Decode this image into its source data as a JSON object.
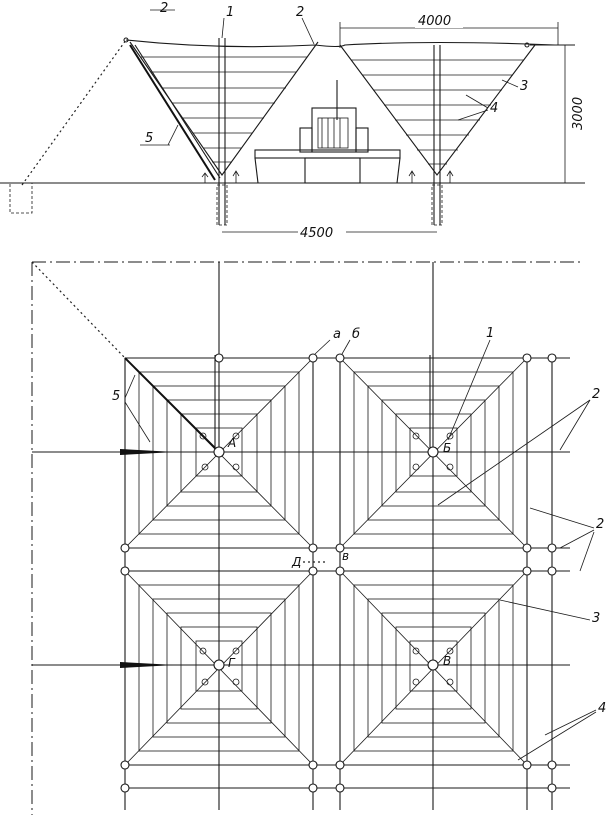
{
  "side_view": {
    "dim_top": "4000",
    "dim_height": "3000",
    "dim_bottom": "4500",
    "labels": [
      "1",
      "2",
      "3",
      "4",
      "5"
    ]
  },
  "plan_view": {
    "top_labels": [
      "а",
      "б"
    ],
    "mast_letters": [
      "А",
      "Б",
      "Г",
      "В"
    ],
    "center_letters": [
      "Д",
      "в"
    ],
    "callouts": [
      "1",
      "2",
      "2",
      "3",
      "4",
      "5"
    ]
  }
}
